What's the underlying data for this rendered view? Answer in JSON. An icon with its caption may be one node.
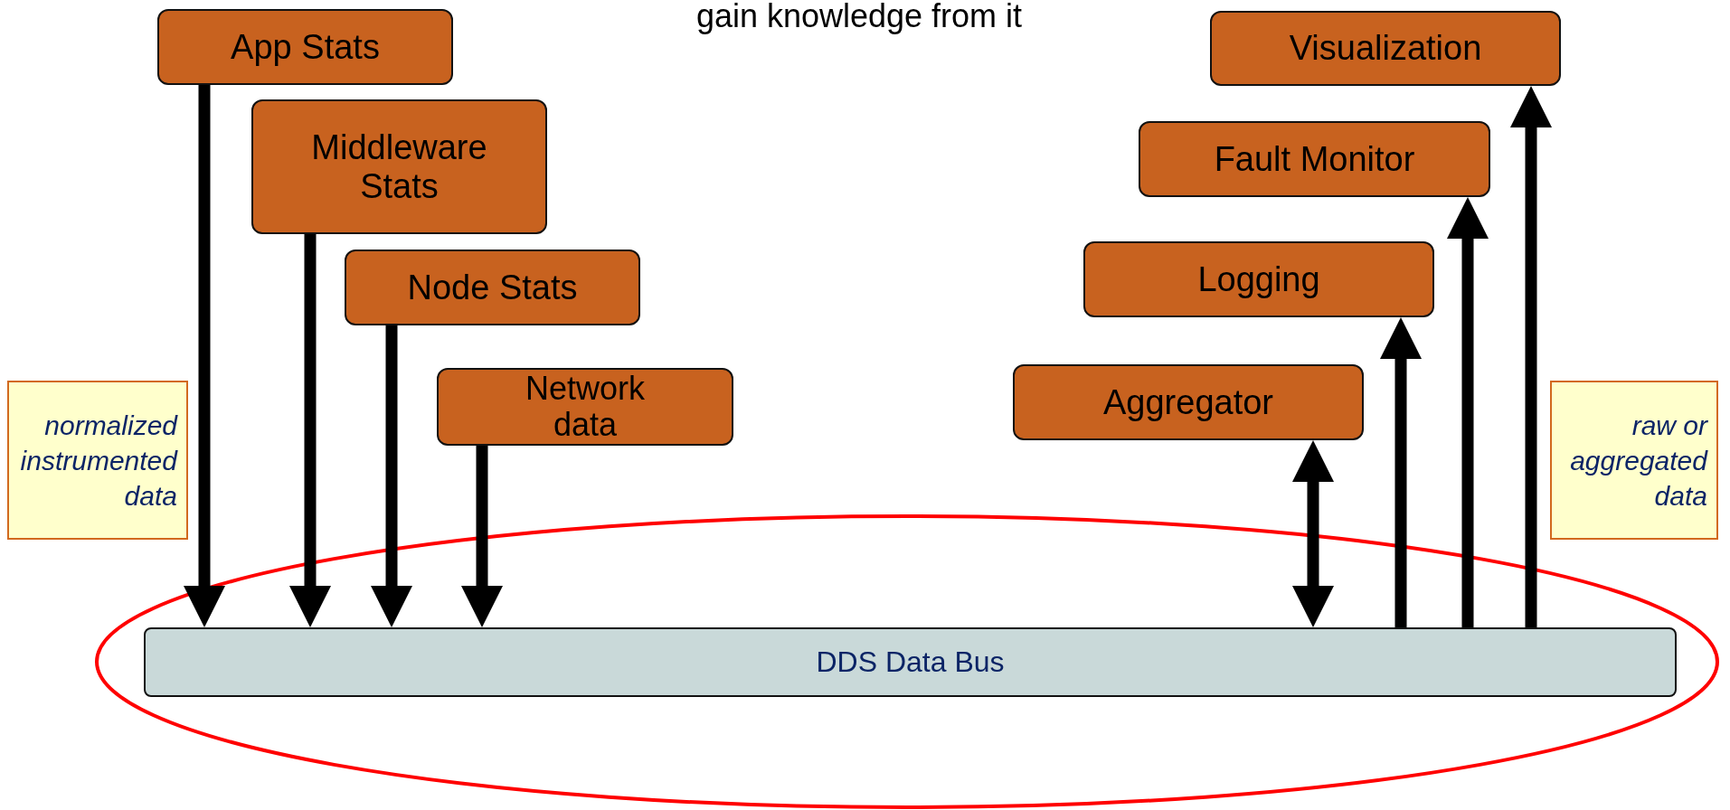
{
  "diagram": {
    "title": "gain knowledge from it",
    "nodes": [
      {
        "text": [
          "App Stats"
        ]
      },
      {
        "text": [
          "Middleware Stats"
        ]
      },
      {
        "text": [
          "Node Stats"
        ]
      },
      {
        "text": [
          "Network data"
        ]
      },
      {
        "text": [
          "Visualization"
        ]
      },
      {
        "text": [
          "Fault Monitor"
        ]
      },
      {
        "text": [
          "Logging"
        ]
      },
      {
        "text": [
          "Aggregator"
        ]
      },
      {
        "text": [
          "normalized instrumented data"
        ]
      },
      {
        "text": [
          "raw or aggregated data"
        ]
      },
      {
        "text": [
          "DDS Data Bus"
        ]
      }
    ],
    "edges": [
      {
        "from": 0,
        "to": 10,
        "arrow": "to"
      },
      {
        "from": 1,
        "to": 10,
        "arrow": "to"
      },
      {
        "from": 2,
        "to": 10,
        "arrow": "to"
      },
      {
        "from": 3,
        "to": 10,
        "arrow": "to"
      },
      {
        "from": 7,
        "to": 10,
        "arrow": "both"
      },
      {
        "from": 10,
        "to": 6,
        "arrow": "to"
      },
      {
        "from": 10,
        "to": 5,
        "arrow": "to"
      },
      {
        "from": 10,
        "to": 4,
        "arrow": "to"
      }
    ]
  }
}
